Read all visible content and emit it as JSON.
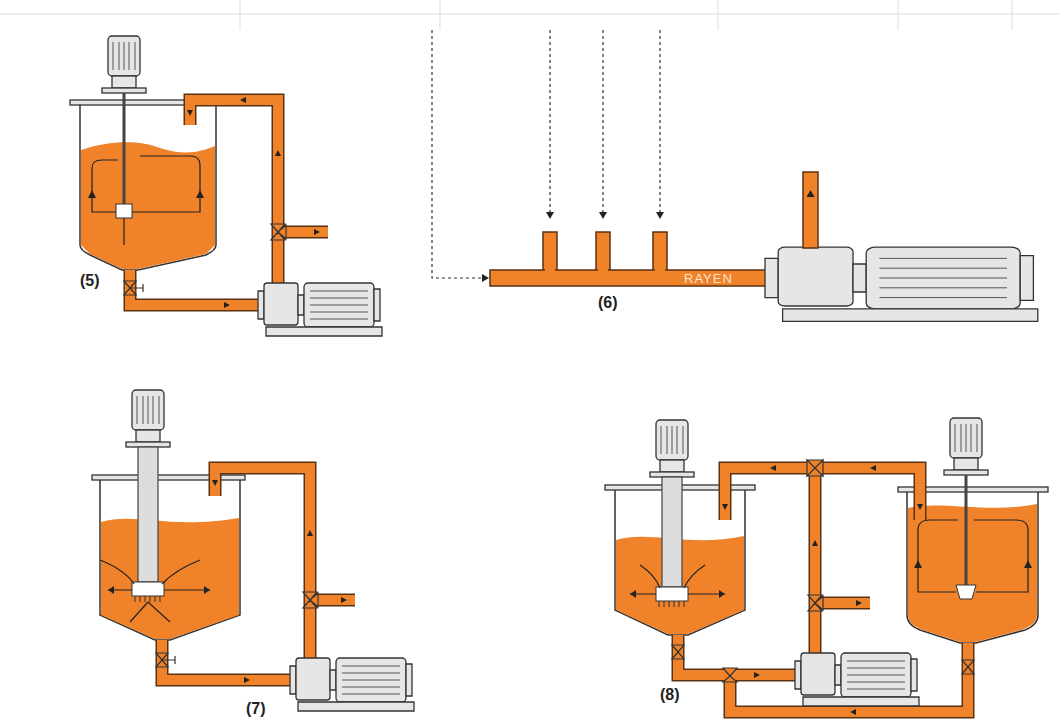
{
  "diagram": {
    "labels": [
      "(5)",
      "(6)",
      "(7)",
      "(8)",
      "RAYEN"
    ]
  }
}
